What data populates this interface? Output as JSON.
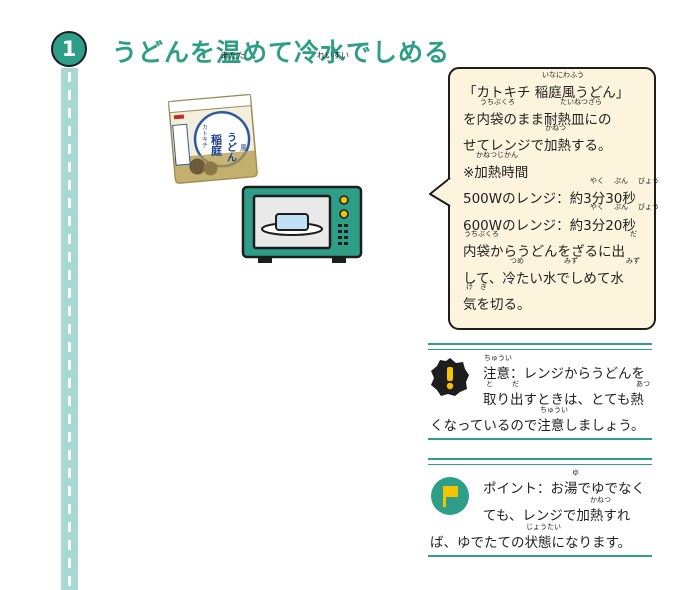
{
  "step": {
    "number": "1",
    "title": "うどんを温めて冷水でしめる",
    "furigana": [
      "あたた",
      "れいすい"
    ]
  },
  "package_label": {
    "vertical_1": "稲庭",
    "vertical_2": "うどん",
    "side": "カトキチ",
    "wind": "風"
  },
  "bubble": {
    "lines": [
      "「カトキチ 稲庭風うどん」",
      "を内袋のまま耐熱皿にの",
      "せてレンジで加熱する。",
      "※加熱時間",
      "500Wのレンジ：約3分30秒",
      "600Wのレンジ：約3分20秒",
      "内袋からうどんをざるに出",
      "して、冷たい水でしめて水",
      "気を切る。"
    ],
    "furigana": [
      "いなにわふう",
      "うちぶくろ",
      "たいねつざら",
      "かねつ",
      "かねつじかん",
      "やく",
      "ぷん",
      "びょう",
      "やく",
      "ぷん",
      "びょう",
      "うちぶくろ",
      "だ",
      "つめ",
      "みず",
      "みず",
      "け",
      "き"
    ]
  },
  "caution": {
    "lines": [
      "注意：レンジからうどんを",
      "取り出すときは、とても熱",
      "くなっているので注意しましょう。"
    ],
    "furigana": [
      "ちゅうい",
      "と",
      "だ",
      "あつ",
      "ちゅうい"
    ]
  },
  "point": {
    "lines": [
      "ポイント：お湯でゆでなく",
      "ても、レンジで加熱すれ",
      "ば、ゆでたての状態になります。"
    ],
    "furigana": [
      "ゆ",
      "かねつ",
      "じょうたい"
    ]
  },
  "colors": {
    "accent": "#2e9e88",
    "timeline": "#a7d9d2",
    "bubble_fill": "#fdf4de",
    "caution_icon": "#1d1d1d",
    "caution_mark": "#f5c400",
    "point_icon": "#2e9e88",
    "point_flag": "#f5c400",
    "microwave_body": "#2e9e88"
  }
}
